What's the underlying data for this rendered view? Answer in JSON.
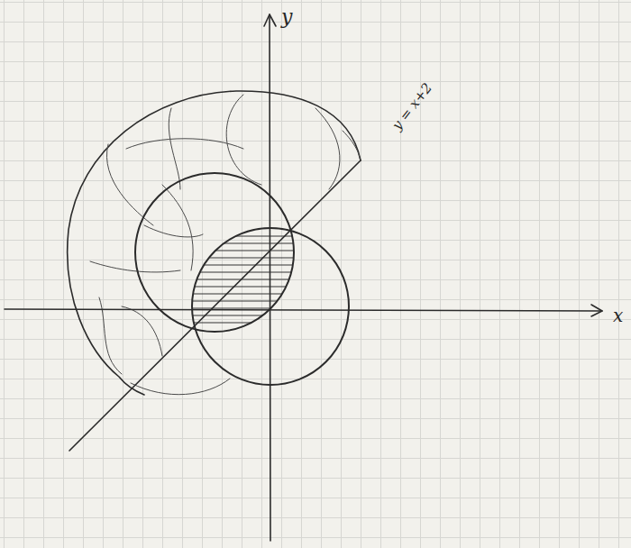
{
  "diagram": {
    "labels": [
      "y",
      "x",
      "y = x+2"
    ]
  }
}
